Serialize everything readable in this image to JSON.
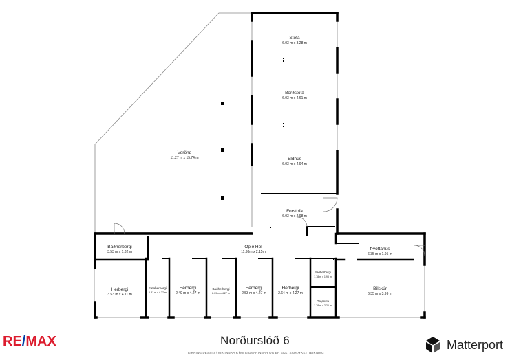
{
  "property_title": "Norðurslóð 6",
  "disclaimer": "TEIKNING ÞESSI SÝNIR INNRA RÝMI EIGNARINNAR OG ER EKKI SAMÞYKKT TEIKNING",
  "brand_left": {
    "part1": "RE",
    "part2": "/",
    "part3": "MAX"
  },
  "brand_right": "Matterport",
  "colors": {
    "wall": "#000000",
    "outline": "#888888",
    "window": "#cccccc",
    "remax_red": "#dc1c2e",
    "remax_blue": "#003da5"
  },
  "rooms": {
    "stofa": {
      "name": "Stofa",
      "dims": "6.03 m x 3.28 m"
    },
    "bordstofa": {
      "name": "Borðstofa",
      "dims": "6.03 m x 4.61 m"
    },
    "eldhus": {
      "name": "Eldhús",
      "dims": "6.03 m x 4.94 m"
    },
    "verond": {
      "name": "Verönd",
      "dims": "11.27 m x 15.74 m"
    },
    "forstofa": {
      "name": "Forstofa",
      "dims": "6.03 m x 2.98 m"
    },
    "badherbergi1": {
      "name": "Baðherbergi",
      "dims": "3.53 m x 1.82 m"
    },
    "opid_hol": {
      "name": "Opið Hol",
      "dims": "11.93m x 2.15m"
    },
    "thvottahus": {
      "name": "Þvottahús",
      "dims": "6.35 m x 1.95 m"
    },
    "herbergi1": {
      "name": "Herbergi",
      "dims": "3.53 m x 4.11 m"
    },
    "fataherbergi": {
      "name": "Fataherbergi",
      "dims": "1.81 m x 4.27 m"
    },
    "herbergi2": {
      "name": "Herbergi",
      "dims": "2.49 m x 4.27 m"
    },
    "badherbergi2": {
      "name": "Baðherbergi",
      "dims": "2.09 m x 4.27 m"
    },
    "herbergi3": {
      "name": "Herbergi",
      "dims": "2.53 m x 4.27 m"
    },
    "herbergi4": {
      "name": "Herbergi",
      "dims": "2.64 m x 4.27 m"
    },
    "badherbergi3": {
      "name": "Baðherbergi",
      "dims": "1.78 m x 1.98 m"
    },
    "geymsla": {
      "name": "Geymsla",
      "dims": "1.78 m x 2.20 m"
    },
    "bilskur": {
      "name": "Bílskúr",
      "dims": "6.35 m x 3.99 m"
    }
  }
}
